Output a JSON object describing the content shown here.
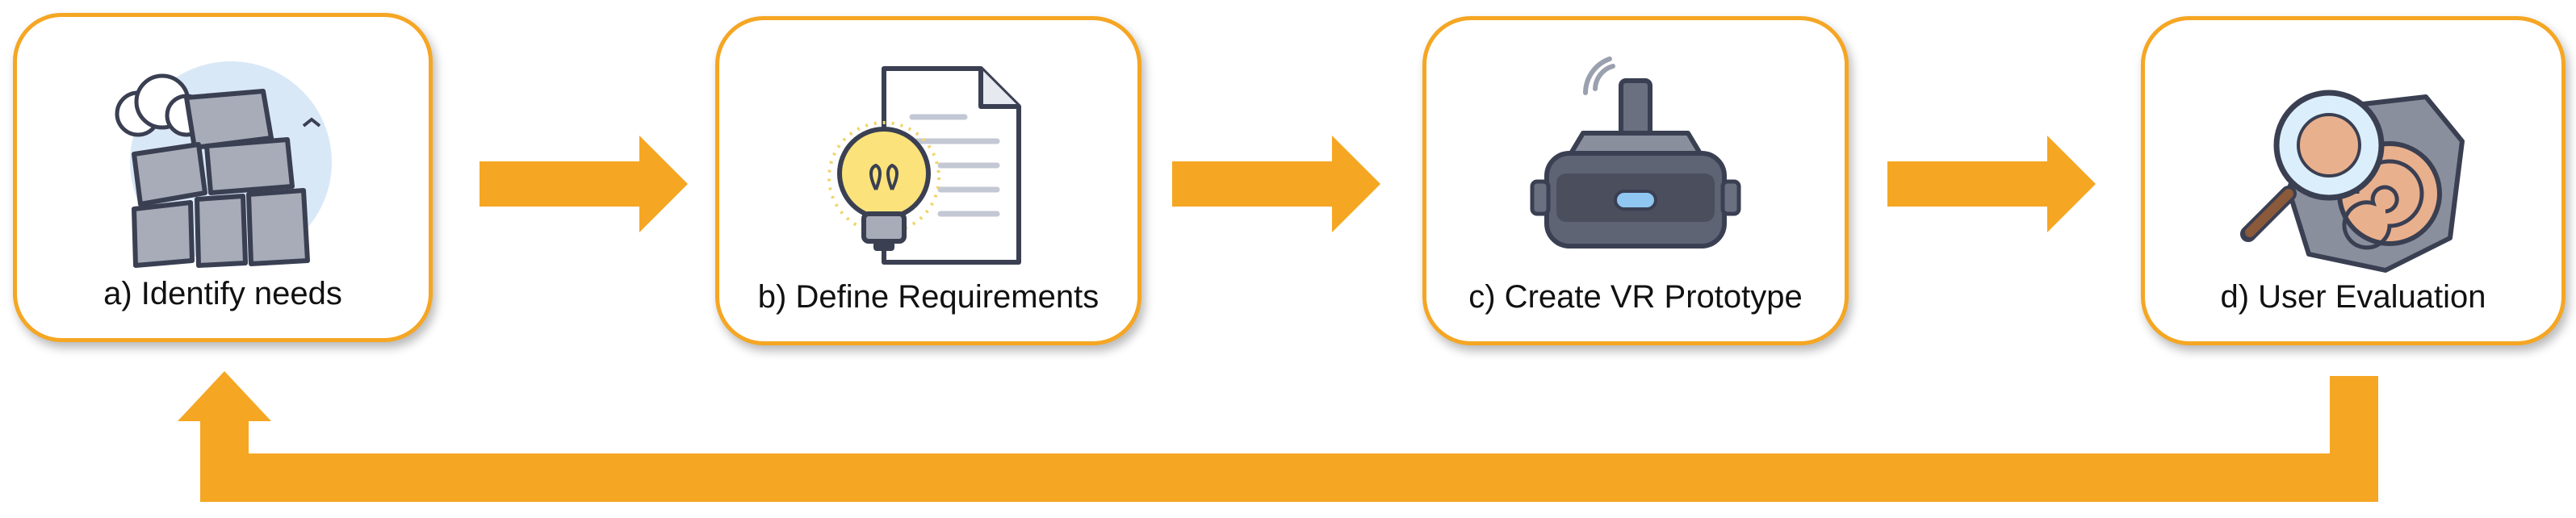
{
  "diagram": {
    "steps": [
      {
        "label": "a) Identify needs",
        "icon": "stone-ruins-icon"
      },
      {
        "label": "b) Define Requirements",
        "icon": "lightbulb-document-icon"
      },
      {
        "label": "c) Create VR Prototype",
        "icon": "vr-headset-icon"
      },
      {
        "label": "d) User Evaluation",
        "icon": "fossil-magnifier-icon"
      }
    ],
    "connections": [
      {
        "from": "a) Identify needs",
        "to": "b) Define Requirements"
      },
      {
        "from": "b) Define Requirements",
        "to": "c) Create VR Prototype"
      },
      {
        "from": "c) Create VR Prototype",
        "to": "d) User Evaluation"
      },
      {
        "from": "d) User Evaluation",
        "to": "a) Identify needs",
        "kind": "feedback-loop"
      }
    ],
    "colors": {
      "accent": "#f5a623",
      "text": "#111111"
    }
  }
}
